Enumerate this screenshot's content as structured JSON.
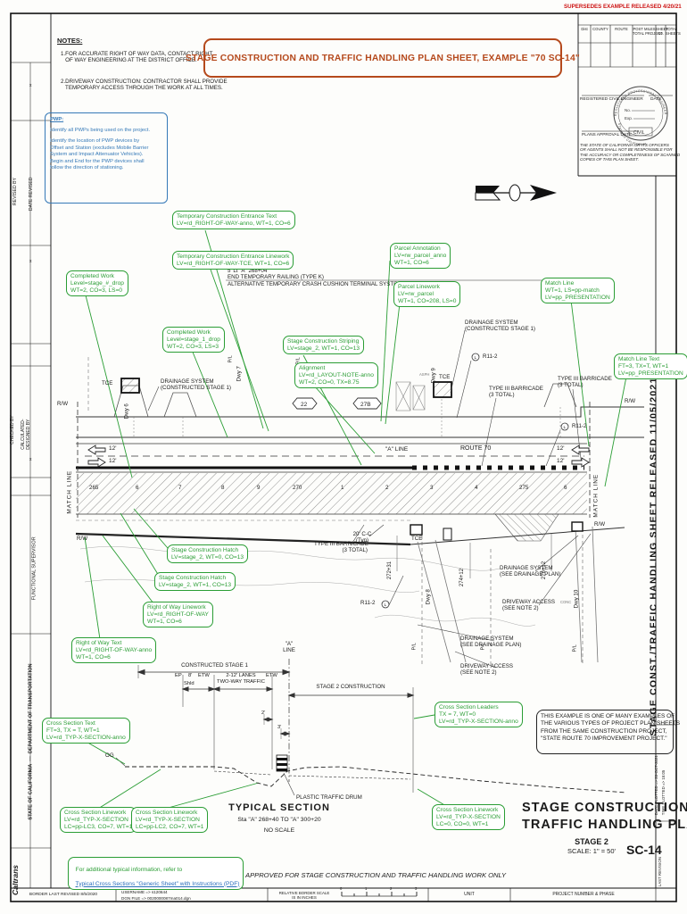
{
  "colors": {
    "annotation_green": "#2a9d34",
    "supersedes_red": "#cc1111",
    "title_rust": "#b5491c",
    "pwp_blue": "#3579b8",
    "link_blue": "#2a6ebb"
  },
  "header": {
    "supersedes": "SUPERSEDES EXAMPLE RELEASED 4/20/21",
    "example_title": "STAGE CONSTRUCTION AND TRAFFIC HANDLING PLAN SHEET, EXAMPLE \"70 SC-14\"",
    "notes_heading": "NOTES:",
    "note_1": "1.FOR ACCURATE RIGHT OF WAY DATA, CONTACT RIGHT\n   OF WAY ENGINEERING AT THE DISTRICT OFFICE.",
    "note_2": "2.DRIVEWAY CONSTRUCTION: CONTRACTOR SHALL PROVIDE\n   TEMPORARY ACCESS THROUGH THE WORK AT ALL TIMES."
  },
  "pwp_box": {
    "heading": "PWP:",
    "para_1": "Identify all PWPs being used on the project.",
    "para_2": "Identify the location of PWP devices by\nOffset and Station (excludes Mobile Barrier\nSystem and Impact Attenuator Vehicles).\nBegin and End for the PWP devices shall\nfollow the direction of stationing."
  },
  "title_block": {
    "headers": [
      "Dist",
      "COUNTY",
      "ROUTE",
      "POST MILES\nTOTAL PROJECT",
      "SHEET\nNo.",
      "TOTAL\nSHEETS"
    ],
    "registered": "REGISTERED CIVIL ENGINEER",
    "date": "DATE",
    "plans_approval": "PLANS APPROVAL DATE",
    "disclaimer": "THE STATE OF CALIFORNIA OR ITS OFFICERS\nOR AGENTS SHALL NOT BE RESPONSIBLE FOR\nTHE ACCURACY OR COMPLETENESS OF SCANNED\nCOPIES OF THIS PLAN SHEET.",
    "stamp": {
      "ring_top": "REGISTERED PROFESSIONAL ENGINEER",
      "no": "No.",
      "exp": "Exp.",
      "civil": "CIVIL",
      "ring_bottom": "STATE OF CALIFORNIA"
    }
  },
  "margins": {
    "left": {
      "revised_by": "REVISED BY",
      "date_revised": "DATE REVISED",
      "calculated": "CALCULATED-\nDESIGNED BY",
      "checked": "CHECKED BY",
      "functional_supervisor": "FUNCTIONAL SUPERVISOR",
      "state_dept": "STATE OF CALIFORNIA  —  DEPARTMENT OF TRANSPORTATION",
      "caltrans": "Caltrans",
      "xmark": "x"
    },
    "right": {
      "released": "STAGE CONST./TRAFFIC HANDLING SHEET RELEASED 11/05/2021",
      "date_plotted": "DATE PLOTTED => 26-OCT-2021",
      "time_plotted": "TIME PLOTTED => 15:05",
      "last_revision": "LAST REVISION"
    }
  },
  "callouts": [
    {
      "text": "Temporary Construction Entrance Text\nLV=rd_RIGHT-OF-WAY-anno, WT=1, CO=6"
    },
    {
      "text": "Temporary Construction Entrance Linework\nLV=rd_RIGHT-OF-WAY-TCE, WT=1, CO=6"
    },
    {
      "text": "Completed Work\nLevel=stage_#_drop\nWT=2, CO=3, LS=0"
    },
    {
      "text": "Completed Work\nLevel=stage_1_drop\nWT=2, CO=3, LS=3"
    },
    {
      "text": "Stage Construction Striping\nLV=stage_2, WT=1, CO=13"
    },
    {
      "text": "Alignment\nLV=rd_LAYOUT-NOTE-anno\nWT=2, CO=0, TX=8.75"
    },
    {
      "text": "Parcel Annotation\nLV=rw_parcel_anno\nWT=1, CO=6"
    },
    {
      "text": "Parcel Linework\nLV=rw_parcel\nWT=1, CO=208, LS=0"
    },
    {
      "text": "Match Line\nWT=1, LS=pp-match\nLV=pp_PRESENTATION"
    },
    {
      "text": "Match Line Text\nFT=3, TX=T, WT=1\nLV=pp_PRESENTATION"
    },
    {
      "text": "Stage Construction Hatch\nLV=stage_2, WT=0, CO=13"
    },
    {
      "text": "Stage Construction Hatch\nLV=stage_2, WT=1, CO=13"
    },
    {
      "text": "Right of Way Linework\nLV=rd_RIGHT-OF-WAY\nWT=1, CO=6"
    },
    {
      "text": "Right of Way Text\nLV=rd_RIGHT-OF-WAY-anno\nWT=1, CO=6"
    },
    {
      "text": "Cross Section Text\nFT=3, TX = T, WT=1\nLV=rd_TYP-X-SECTION-anno"
    },
    {
      "text": "Cross Section Linework\nLV=rd_TYP-X-SECTION\nLC=pp-LC3, CO=7, WT=1"
    },
    {
      "text": "Cross Section Linework\nLV=rd_TYP-X-SECTION\nLC=pp-LC2, CO=7, WT=1"
    },
    {
      "text": "Cross Section Leaders\nTX = 7, WT=0\nLV=rd_TYP-X-SECTION-anno"
    },
    {
      "text": "Cross Section Linework\nLV=rd_TYP-X-SECTION\nLC=0, CO=0, WT=1"
    },
    {
      "text": "For additional typical information, refer to",
      "link": "Typical Cross Sections \"Generic Sheet\" with Instructions (PDF)"
    }
  ],
  "plan": {
    "end_railing": "5' Lt \"A\" 268+04\nEND TEMPORARY RAILING (TYPE K)\nALTERNATIVE TEMPORARY CRASH CUSHION TERMINAL SYSTEM",
    "drainage_stage1": "DRAINAGE SYSTEM\n(CONSTRUCTED STAGE 1)",
    "drainage_plan": "DRAINAGE SYSTEM\n(SEE DRAINAGE PLAN)",
    "driveway_access": "DRIVEWAY ACCESS\n(SEE NOTE 2)",
    "type3_barricade": "TYPE III BARRICADE\n(3 TOTAL)",
    "cc20": "20' C-C\n(Typ)",
    "r11": "R11-2",
    "sign_l": "L",
    "rw": "R/W",
    "tce": "TCE",
    "pl": "P/L",
    "match_line": "MATCH LINE",
    "a_line": "\"A\" LINE",
    "route": "ROUTE 70",
    "lane_w": "12'",
    "hex_22": "22",
    "hex_27b": "27B",
    "dwy6": "Dwy 6",
    "dwy7": "Dwy 7",
    "dwy8": "Dwy 8",
    "dwy9": "Dwy 9",
    "dwy10": "Dwy 10",
    "sta_272": "272+31",
    "sta_274": "274+12",
    "sta_276": "276+12",
    "asph": "ASPH",
    "conc": "CONC",
    "stations": [
      "265",
      "6",
      "7",
      "8",
      "9",
      "270",
      "1",
      "2",
      "3",
      "4",
      "275",
      "6"
    ]
  },
  "section": {
    "a_line": "\"A\"\nLINE",
    "constructed_stage1": "CONSTRUCTED STAGE 1",
    "ep": "EP",
    "shld_w": "8'",
    "etw": "ETW",
    "shld": "Shld",
    "lanes": "2-12' LANES\nTWO-WAY TRAFFIC",
    "stage2": "STAGE 2 CONSTRUCTION",
    "dim_2": "2'",
    "dim_3": "3'",
    "og": "OG",
    "drum": "PLASTIC TRAFFIC DRUM",
    "title": "TYPICAL SECTION",
    "sta_range": "Sta \"A\" 268+40 TO \"A\" 300+20",
    "no_scale": "NO SCALE",
    "approved": "APPROVED FOR STAGE CONSTRUCTION AND TRAFFIC HANDLING WORK ONLY"
  },
  "example_note": "THIS EXAMPLE IS ONE OF MANY EXAMPLES OF\nTHE VARIOUS TYPES OF PROJECT PLAN SHEETS\nFROM THE SAME CONSTRUCTION PROJECT,\n\"STATE ROUTE 70 IMPROVEMENT PROJECT.\"",
  "sheet_title": {
    "line1": "STAGE CONSTRUCTION AND",
    "line2": "TRAFFIC HANDLING PLAN",
    "stage": "STAGE 2",
    "scale": "SCALE: 1\" = 50'",
    "sheet_no": "SC-14"
  },
  "footer": {
    "border_revised": "BORDER LAST REVISED 8/5/2020",
    "username": "USERNAME => s120644",
    "dgn_file": "DGN FILE => 0020000087ma014.dgn",
    "rel_scale": "RELATIVE BORDER SCALE\nIS IN INCHES",
    "ruler": [
      "0",
      "1",
      "2",
      "3"
    ],
    "unit": "UNIT",
    "project": "PROJECT NUMBER & PHASE"
  }
}
